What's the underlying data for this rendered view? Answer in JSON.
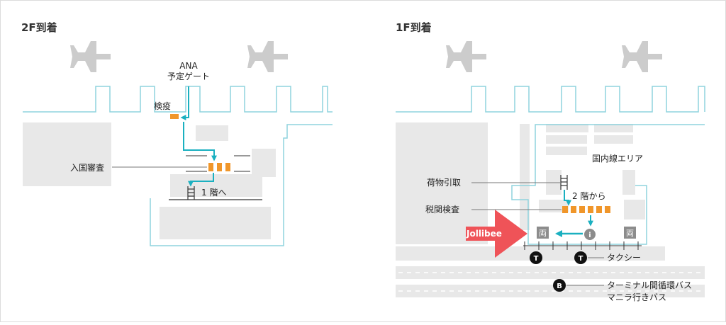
{
  "left": {
    "title": "2F到着",
    "gate_label_line1": "ANA",
    "gate_label_line2": "予定ゲート",
    "quarantine_label": "検疫",
    "immigration_label": "入国審査",
    "to_first_floor_label": "1 階へ"
  },
  "right": {
    "title": "1F到着",
    "domestic_area_label": "国内線エリア",
    "baggage_claim_label": "荷物引取",
    "from_second_floor_label": "2 階から",
    "customs_label": "税関検査",
    "jollibee_label": "Jollibee",
    "exchange_icon_text": "両",
    "info_icon_text": "i",
    "taxi_icon_text": "T",
    "taxi_label": "タクシー",
    "bus_icon_text": "B",
    "bus_label_line1": "ターミナル間循環バス",
    "bus_label_line2": "マニラ行きバス"
  },
  "colors": {
    "wall": "#8fd3dd",
    "route": "#1ab0c0",
    "booth": "#f0962a",
    "building": "#e8e8e8",
    "plane": "#cccccc",
    "jollibee": "#ef5358",
    "icon_dark": "#111111",
    "icon_gray": "#8c8c8c"
  },
  "icons": [
    "airplane-icon",
    "exchange-icon",
    "info-icon",
    "taxi-icon",
    "bus-icon",
    "stairs-icon"
  ]
}
